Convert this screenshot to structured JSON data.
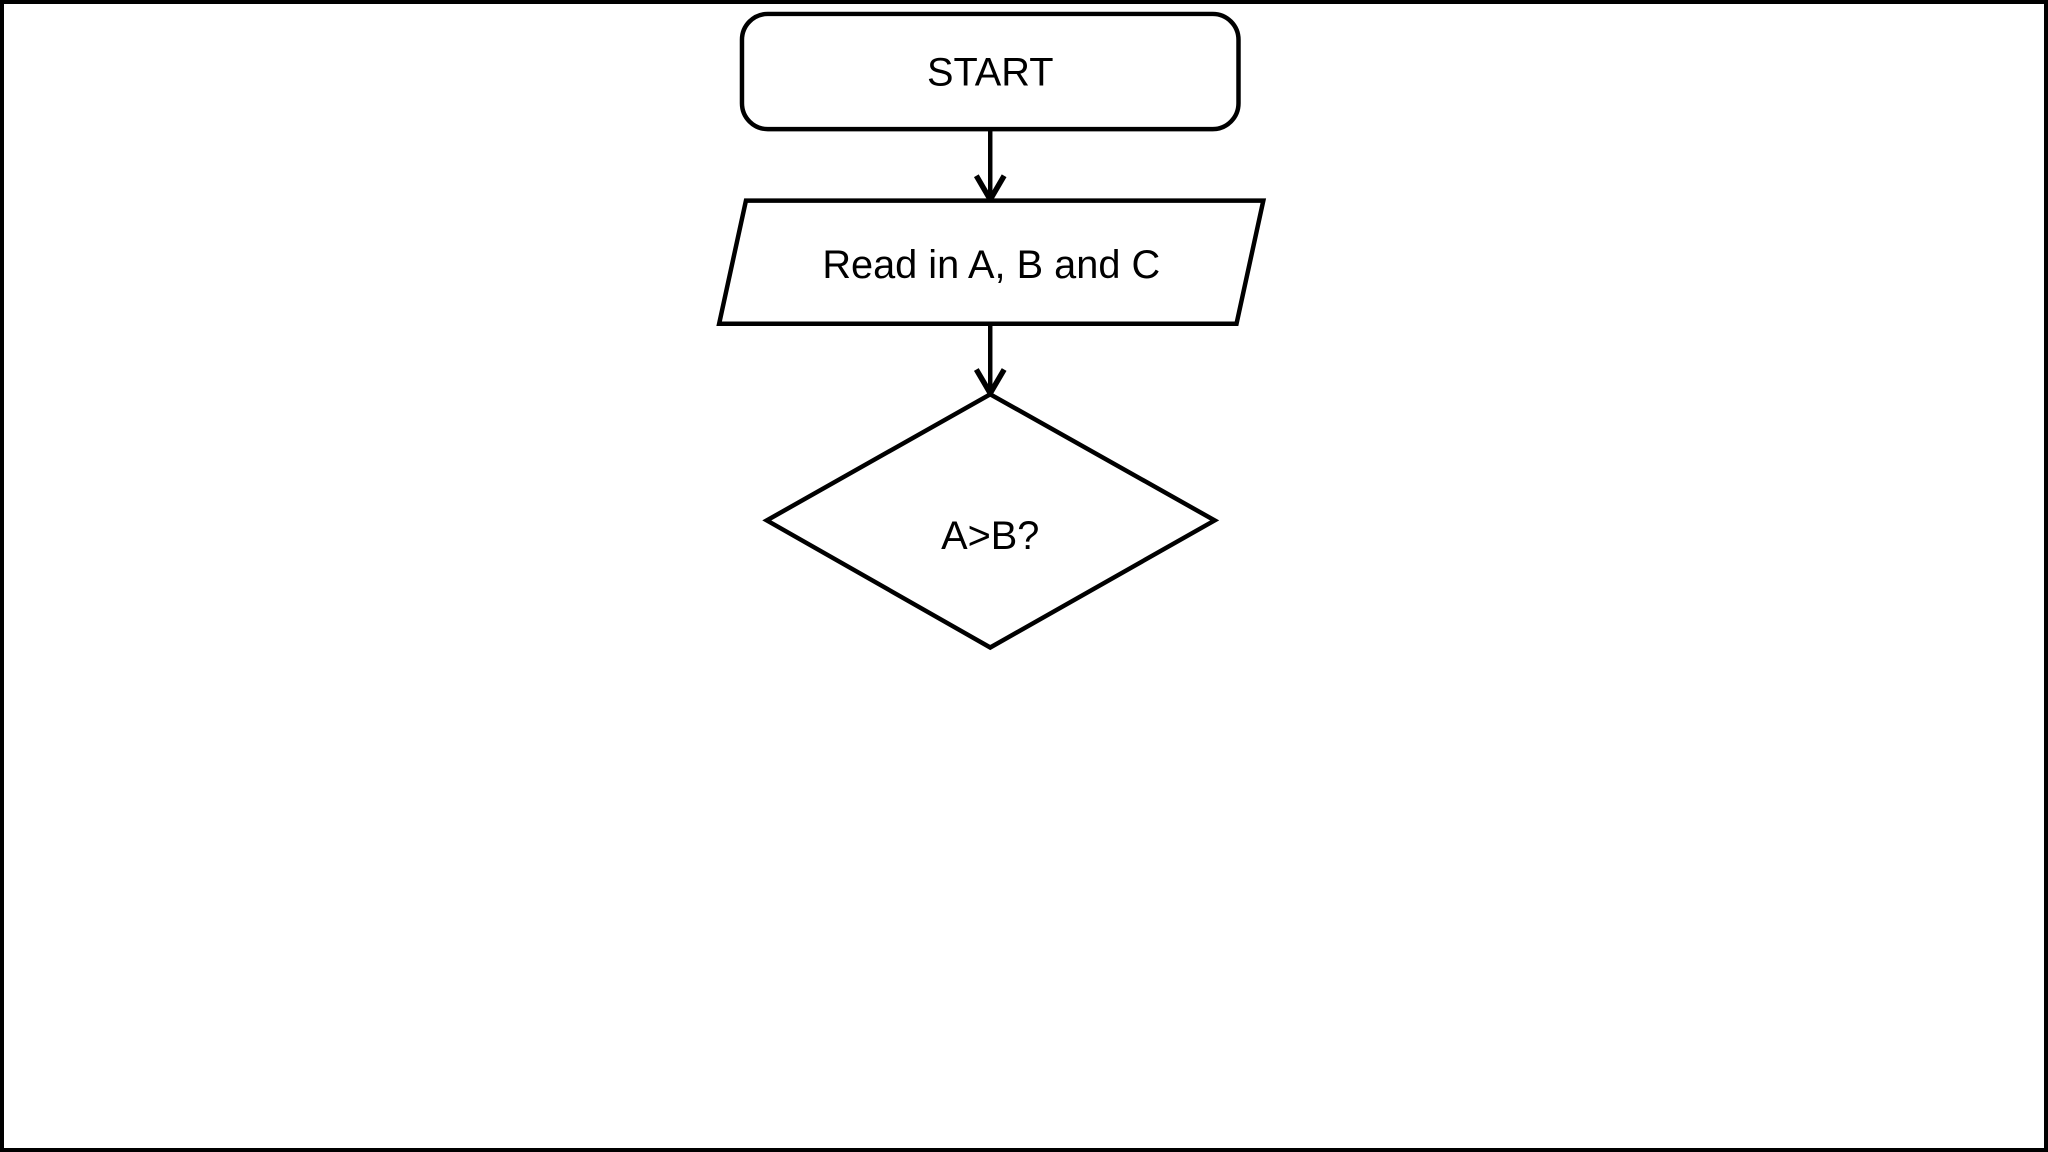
{
  "canvas": {
    "background_color": "#ffffff",
    "border_color": "#000000",
    "ink_color": "#000000"
  },
  "flowchart": {
    "nodes": [
      {
        "id": "start",
        "type": "terminator-rounded-rect",
        "label": "START"
      },
      {
        "id": "read",
        "type": "io-parallelogram",
        "label": "Read in A, B and C"
      },
      {
        "id": "decision",
        "type": "decision-diamond",
        "label": "A>B?"
      }
    ],
    "connectors": [
      {
        "from": "start",
        "to": "read",
        "style": "straight-down-open-arrow"
      },
      {
        "from": "read",
        "to": "decision",
        "style": "straight-down-open-arrow"
      }
    ]
  }
}
